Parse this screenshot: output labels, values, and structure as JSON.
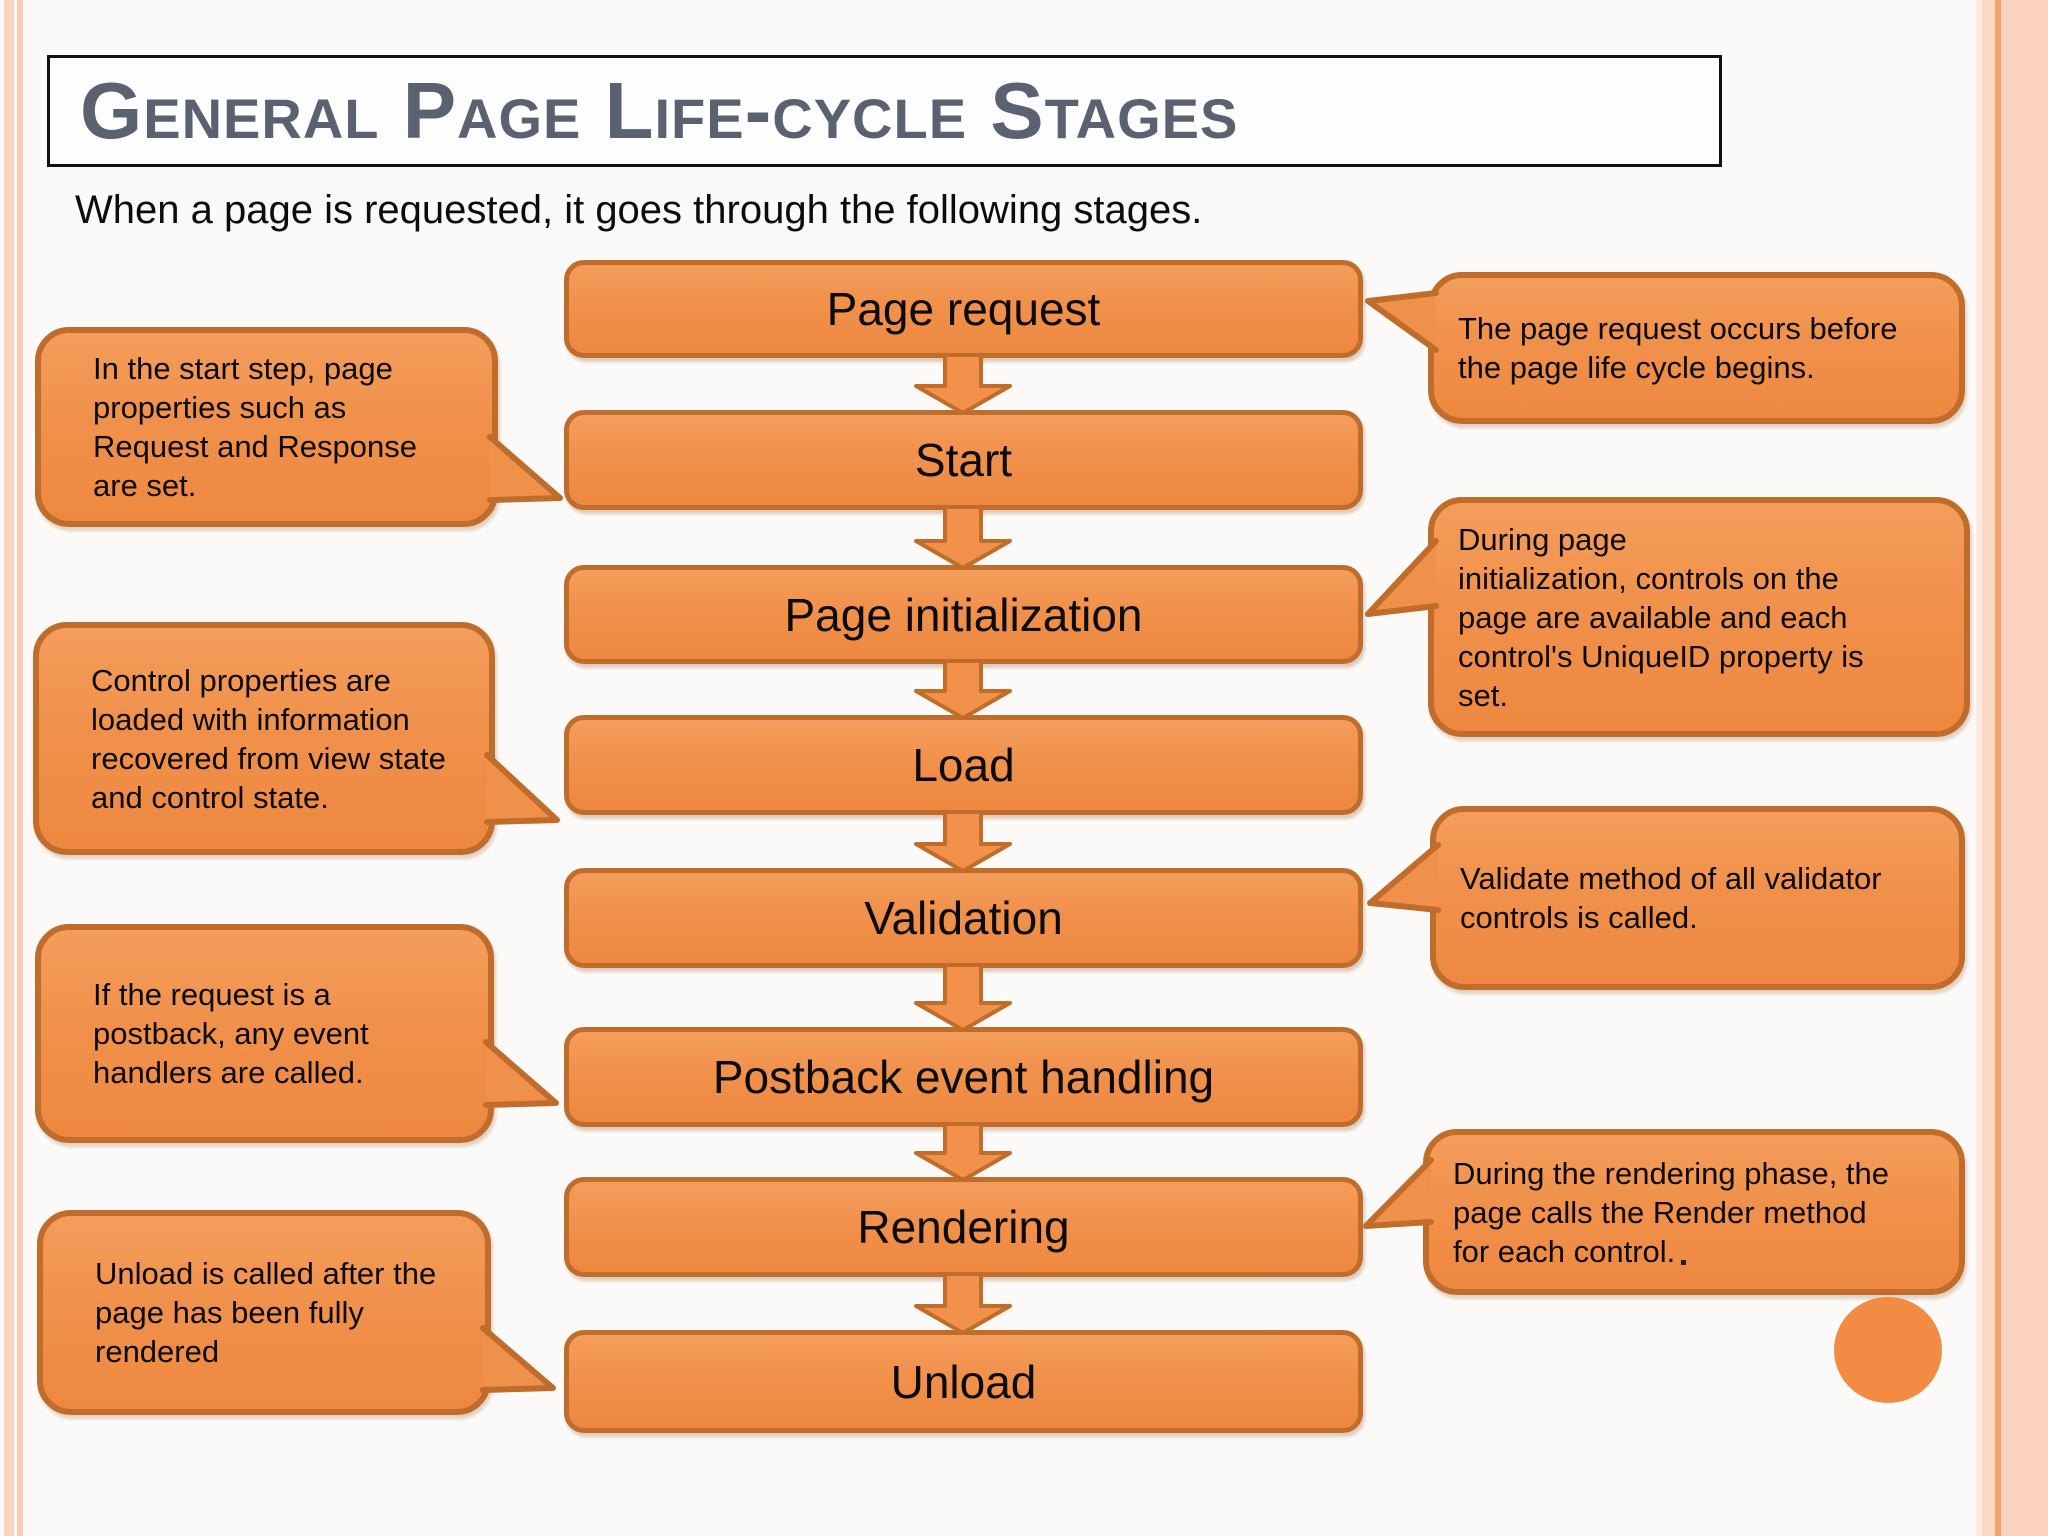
{
  "slide": {
    "title": "General Page Life-cycle Stages",
    "subtitle": "When a page is requested, it goes through the following stages.",
    "colors": {
      "shape_fill": "#F0914B",
      "shape_border": "#C06C2B",
      "title_color": "#5A6272",
      "body_text": "#0B0B0B",
      "border_stripe_light": "#FBD8C6",
      "border_stripe_accent": "#F1A06E",
      "background": "#FBFAF8"
    }
  },
  "flow": {
    "type": "vertical-flowchart",
    "stages": [
      {
        "label": "Page request"
      },
      {
        "label": "Start"
      },
      {
        "label": "Page initialization"
      },
      {
        "label": "Load"
      },
      {
        "label": "Validation"
      },
      {
        "label": "Postback event handling"
      },
      {
        "label": "Rendering"
      },
      {
        "label": "Unload"
      }
    ]
  },
  "callouts": {
    "left": [
      {
        "text": "In the start step, page\nproperties such as\nRequest and Response\nare set.",
        "points_to": "Start"
      },
      {
        "text": "Control properties are\nloaded with information\nrecovered from view state\nand control state.",
        "points_to": "Load"
      },
      {
        "text": "If the request is a\npostback, any event\nhandlers are called.",
        "points_to": "Postback event handling"
      },
      {
        "text": "Unload is called after the\npage has been fully\nrendered",
        "points_to": "Unload"
      }
    ],
    "right": [
      {
        "text": "The page request occurs before\nthe page life cycle begins.",
        "points_to": "Page request"
      },
      {
        "text": "During page\ninitialization, controls on the\npage are available and each\ncontrol's UniqueID property is\nset.",
        "points_to": "Page initialization"
      },
      {
        "text": "Validate method of all validator\ncontrols is called.",
        "points_to": "Validation"
      },
      {
        "text": "During the rendering phase, the\npage calls the Render method\nfor each control.",
        "points_to": "Rendering"
      }
    ]
  }
}
